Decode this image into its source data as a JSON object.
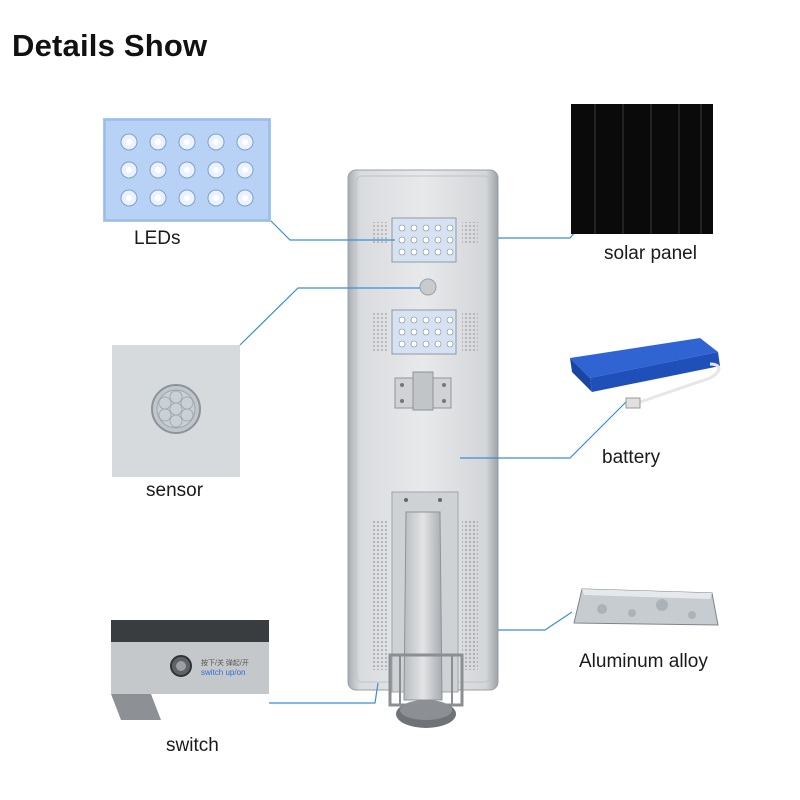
{
  "title": "Details Show",
  "components": {
    "leds": {
      "label": "LEDs"
    },
    "solar_panel": {
      "label": "solar panel"
    },
    "sensor": {
      "label": "sensor"
    },
    "battery": {
      "label": "battery"
    },
    "aluminum_alloy": {
      "label": "Aluminum alloy"
    },
    "switch": {
      "label": "switch",
      "caption_line1": "按下/关  弹起/开",
      "caption_line2": "switch up/on"
    }
  },
  "colors": {
    "leader_line": "#3b8fd6",
    "battery_blue": "#1f4fb8",
    "led_blue": "#a9c7f2",
    "panel_black": "#0a0a0a",
    "housing": "#c9ccd0"
  }
}
